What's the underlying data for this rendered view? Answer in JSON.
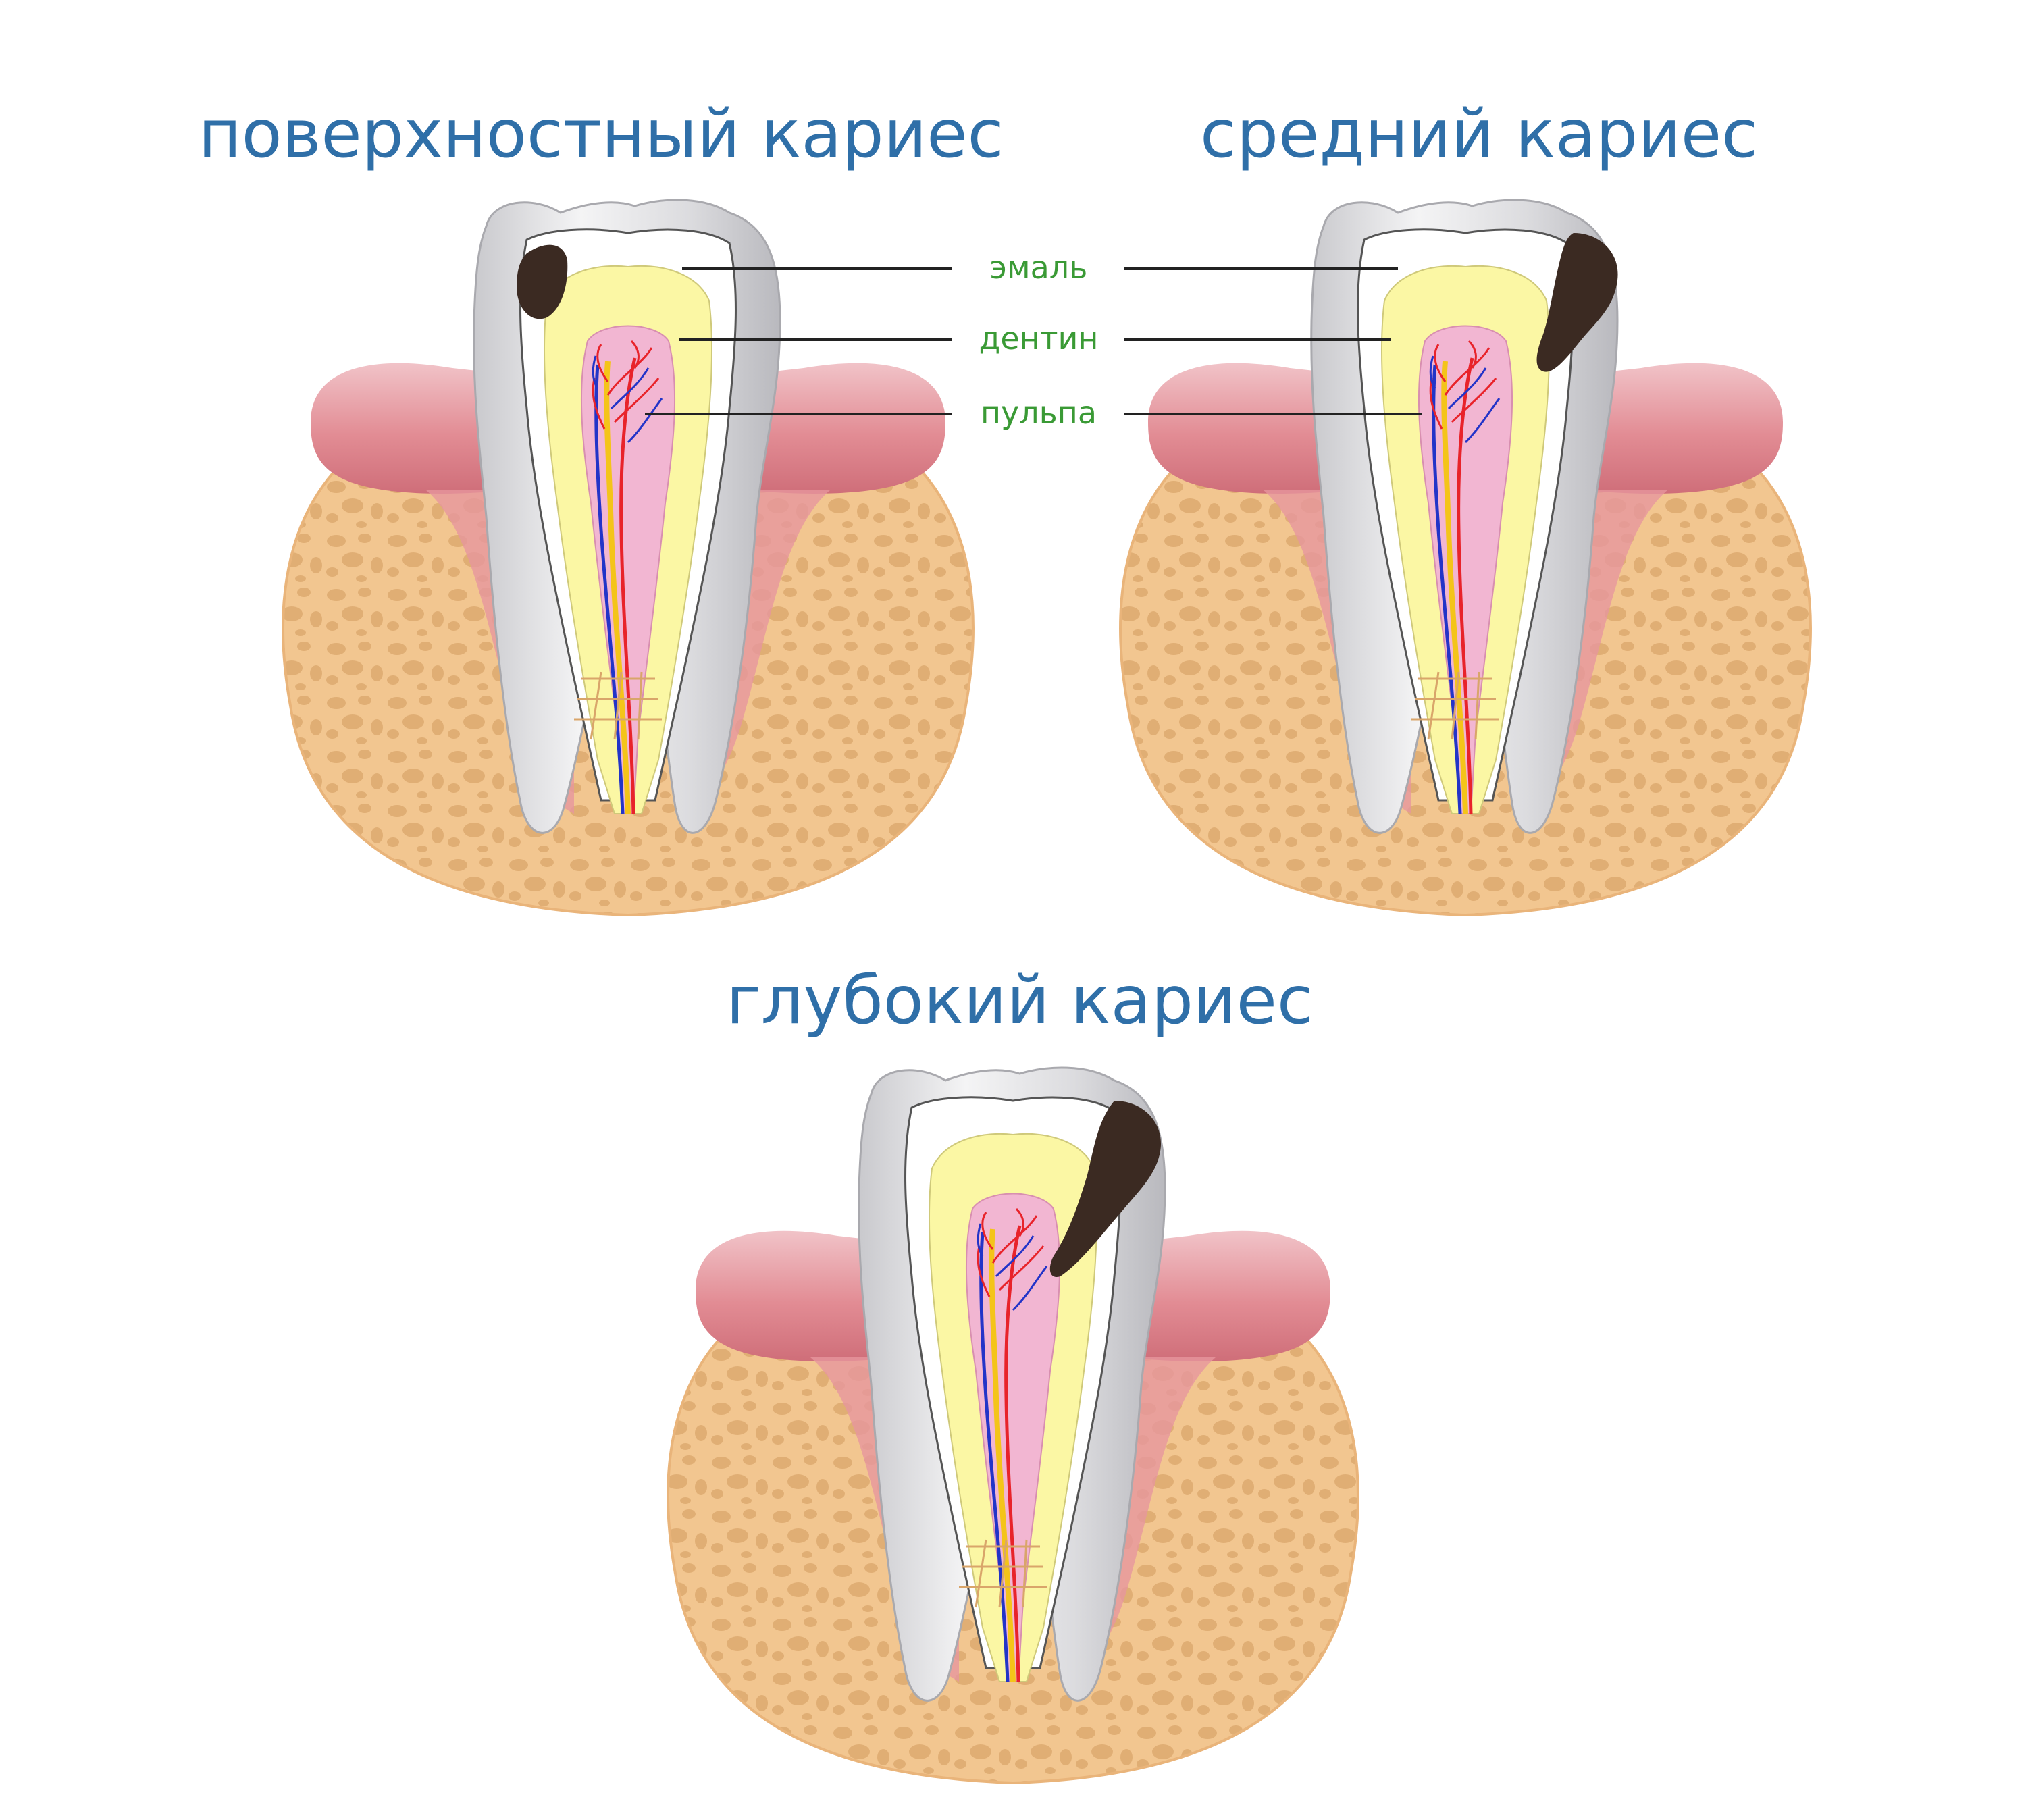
{
  "colors": {
    "title": "#2f6fa8",
    "label": "#3a9a35",
    "leader_line": "#222222",
    "bone": "#f2c690",
    "bone_spot": "#d9a56a",
    "gum": "#e28c94",
    "gum_shadow": "#cf6e79",
    "tooth_outer": "#d9d9dc",
    "tooth_highlight": "#f7f7f7",
    "enamel": "#ffffff",
    "dentin": "#fbf7a4",
    "pulp": "#f2b6d2",
    "nerve_yellow": "#f4c419",
    "vessel_red": "#e8232a",
    "vessel_blue": "#2334c8",
    "caries": "#3b2a22"
  },
  "panels": [
    {
      "id": "superficial",
      "title": "поверхностный кариес",
      "stage": "surface"
    },
    {
      "id": "medium",
      "title": "средний кариес",
      "stage": "middle"
    },
    {
      "id": "deep",
      "title": "глубокий кариес",
      "stage": "deep"
    }
  ],
  "labels": {
    "enamel": "эмаль",
    "dentin": "дентин",
    "pulp": "пульпа"
  }
}
